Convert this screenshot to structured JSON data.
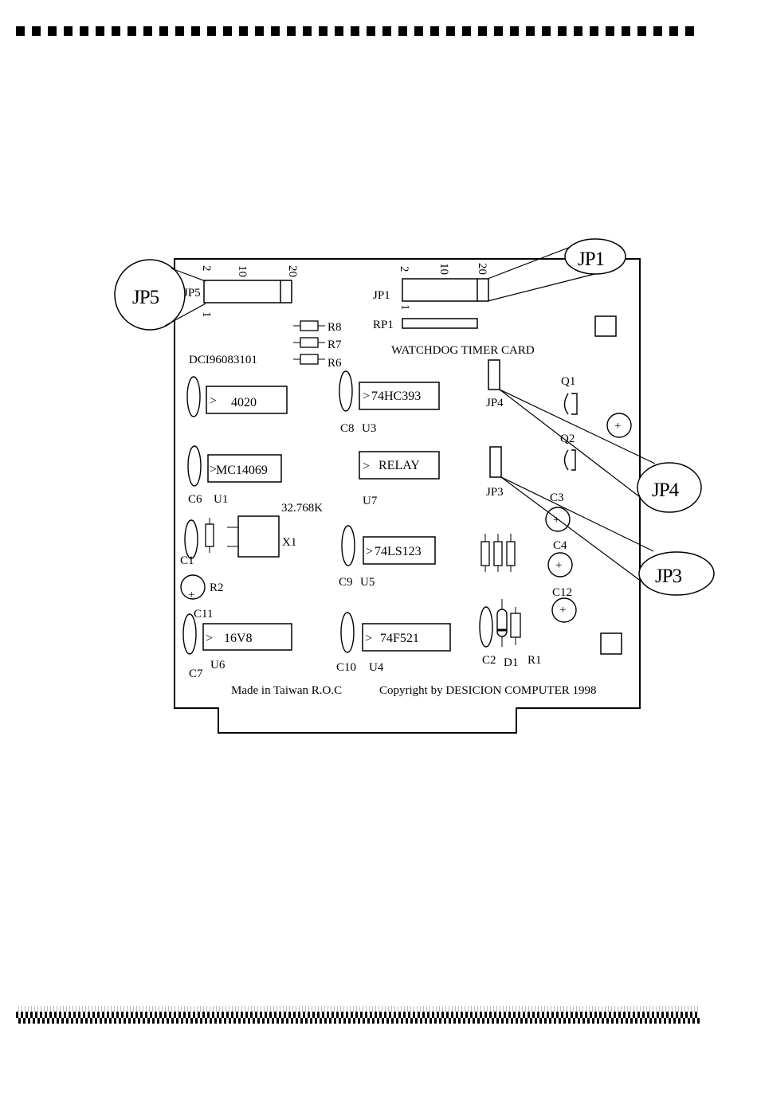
{
  "board": {
    "title": "WATCHDOG TIMER CARD",
    "part_number": "DCI96083101",
    "made_in": "Made in Taiwan R.O.C",
    "copyright": "Copyright by DESICION COMPUTER 1998",
    "crystal_freq": "32.768K"
  },
  "jumpers": {
    "jp5": {
      "label": "JP5",
      "callout": "JP5",
      "pins": [
        "2",
        "10",
        "20",
        "1"
      ]
    },
    "jp1": {
      "label": "JP1",
      "callout": "JP1",
      "pins": [
        "2",
        "10",
        "20",
        "1"
      ]
    },
    "jp4": {
      "label": "JP4",
      "callout": "JP4"
    },
    "jp3": {
      "label": "JP3",
      "callout": "JP3"
    }
  },
  "resistor_network": "RP1",
  "resistors": {
    "r8": "R8",
    "r7": "R7",
    "r6": "R6",
    "r2": "R2",
    "r1": "R1"
  },
  "chips": {
    "u_4020": {
      "name": "4020"
    },
    "u1": {
      "name": "MC14069",
      "ref": "U1"
    },
    "u3": {
      "name": "74HC393",
      "ref": "U3"
    },
    "u7": {
      "name": "RELAY",
      "ref": "U7"
    },
    "u5": {
      "name": "74LS123",
      "ref": "U5"
    },
    "u6": {
      "name": "16V8",
      "ref": "U6"
    },
    "u4": {
      "name": "74F521",
      "ref": "U4"
    }
  },
  "capacitors": {
    "c1": "C1",
    "c2": "C2",
    "c3": "C3",
    "c4": "C4",
    "c6": "C6",
    "c7": "C7",
    "c8": "C8",
    "c9": "C9",
    "c10": "C10",
    "c11": "C11",
    "c12": "C12"
  },
  "transistors": {
    "q1": "Q1",
    "q2": "Q2"
  },
  "crystal": "X1",
  "diode": "D1",
  "pin1_marker": ">",
  "plus_sign": "+"
}
